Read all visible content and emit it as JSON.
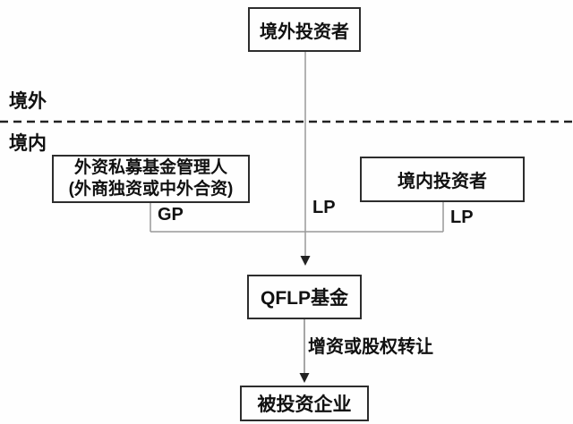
{
  "diagram": {
    "title_implied": "QFLP fund structure",
    "colors": {
      "background": "#fefefe",
      "box_border": "#2d2d2d",
      "text": "#111111",
      "connector_line": "#999999",
      "boundary_dashed_line": "#222222",
      "arrowhead": "#222222"
    },
    "regions": {
      "offshore_label": "境外",
      "onshore_label": "境内"
    },
    "nodes": {
      "foreign_investor": {
        "label": "境外投资者"
      },
      "fund_manager": {
        "line1": "外资私募基金管理人",
        "line2": "(外商独资或中外合资)"
      },
      "domestic_investor": {
        "label": "境内投资者"
      },
      "qflp_fund": {
        "label": "QFLP基金"
      },
      "investee_company": {
        "label": "被投资企业"
      }
    },
    "edges": {
      "gp_label": "GP",
      "lp_center_label": "LP",
      "lp_right_label": "LP",
      "investment_label": "增资或股权转让"
    }
  }
}
